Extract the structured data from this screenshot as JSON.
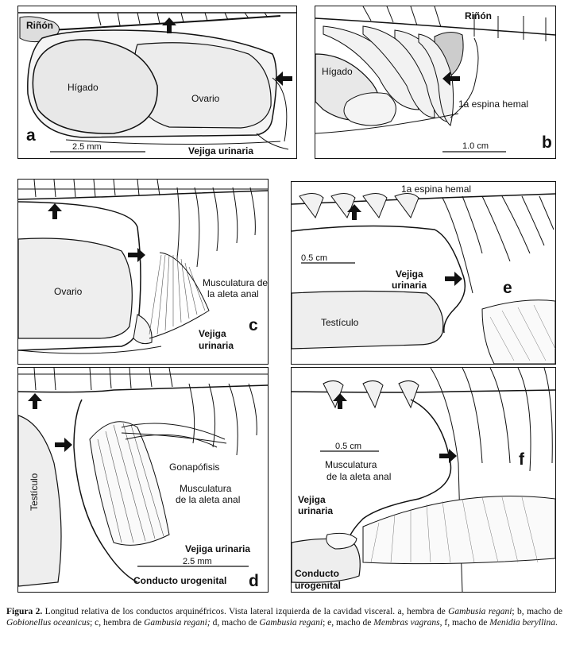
{
  "panels": {
    "a": {
      "letter": "a",
      "labels": {
        "rinon": "Riñón",
        "higado": "Hígado",
        "ovario": "Ovario",
        "vejiga": "Vejiga urinaria"
      },
      "scale": "2.5 mm"
    },
    "b": {
      "letter": "b",
      "labels": {
        "rinon": "Riñón",
        "higado": "Hígado",
        "espina": "1a espina hemal"
      },
      "scale": "1.0 cm"
    },
    "c": {
      "letter": "c",
      "labels": {
        "ovario": "Ovario",
        "musculatura_1": "Musculatura de",
        "musculatura_2": "la aleta anal",
        "vejiga_1": "Vejiga",
        "vejiga_2": "urinaria"
      }
    },
    "d": {
      "letter": "d",
      "labels": {
        "testiculo": "Testículo",
        "gonapofisis": "Gonapófisis",
        "musculatura_1": "Musculatura",
        "musculatura_2": "de la aleta anal",
        "vejiga": "Vejiga urinaria",
        "conducto": "Conducto urogenital"
      },
      "scale": "2.5 mm"
    },
    "e": {
      "letter": "e",
      "labels": {
        "espina": "1a espina hemal",
        "testiculo": "Testículo",
        "vejiga_1": "Vejiga",
        "vejiga_2": "urinaria"
      },
      "scale": "0.5 cm"
    },
    "f": {
      "letter": "f",
      "labels": {
        "musculatura_1": "Musculatura",
        "musculatura_2": "de la aleta anal",
        "vejiga_1": "Vejiga",
        "vejiga_2": "urinaria",
        "conducto_1": "Conducto",
        "conducto_2": "urogenital"
      },
      "scale": "0.5 cm"
    }
  },
  "caption": {
    "fig": "Figura 2.",
    "t1": " Longitud relativa de los conductos arquinéfricos. Vista lateral izquierda de la cavidad visceral. a, hembra de ",
    "sp1": "Gambusia regani",
    "t2": "; b, macho de ",
    "sp2": "Gobionellus oceanicus",
    "t3": "; c, hembra de ",
    "sp3": "Gambusia regani;",
    "t4": " d, macho de ",
    "sp4": "Gambusia regani",
    "t5": "; e, macho de ",
    "sp5": "Membras vagrans",
    "t6": ", f, macho de ",
    "sp6": "Menidia beryllina",
    "t7": "."
  }
}
